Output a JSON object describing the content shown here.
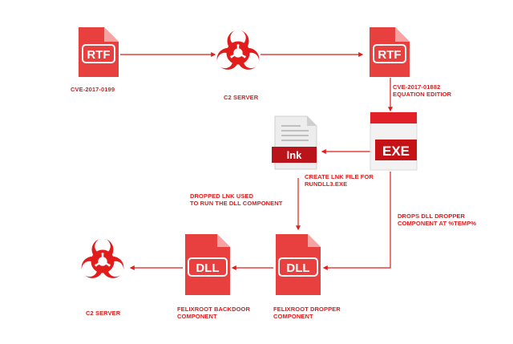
{
  "colors": {
    "accent": "#e21b1b",
    "doc_red": "#e8403f",
    "exe_band": "#c41217",
    "exe_top": "#e02228",
    "lnk_band": "#b9141a",
    "page_gray": "#ededed"
  },
  "nodes": {
    "rtf1": {
      "badge": "RTF",
      "caption": "CVE-2017-0199"
    },
    "c2_top": {
      "icon": "biohazard-icon",
      "caption": "C2 SERVER"
    },
    "rtf2": {
      "badge": "RTF",
      "caption_l1": "CVE-2017-01882",
      "caption_l2": "EQUATION EDITIOR"
    },
    "exe": {
      "badge": "EXE"
    },
    "lnk": {
      "badge": "lnk",
      "caption_l1": "CREATE LNK FILE FOR",
      "caption_l2": "RUNDLL3.EXE"
    },
    "dll_dropper": {
      "badge": "DLL",
      "caption_l1": "FELIXROOT DROPPER",
      "caption_l2": "COMPONENT"
    },
    "dll_backdoor": {
      "badge": "DLL",
      "caption_l1": "FELIXROOT BACKDOOR",
      "caption_l2": "COMPONENT"
    },
    "c2_bottom": {
      "icon": "biohazard-icon",
      "caption": "C2 SERVER"
    }
  },
  "edges": {
    "lnk_to_dll": {
      "label_l1": "DROPPED LNK USED",
      "label_l2": "TO RUN THE DLL COMPONENT"
    },
    "exe_to_dll": {
      "label_l1": "DROPS DLL DROPPER",
      "label_l2": "COMPONENT AT %TEMP%"
    }
  }
}
